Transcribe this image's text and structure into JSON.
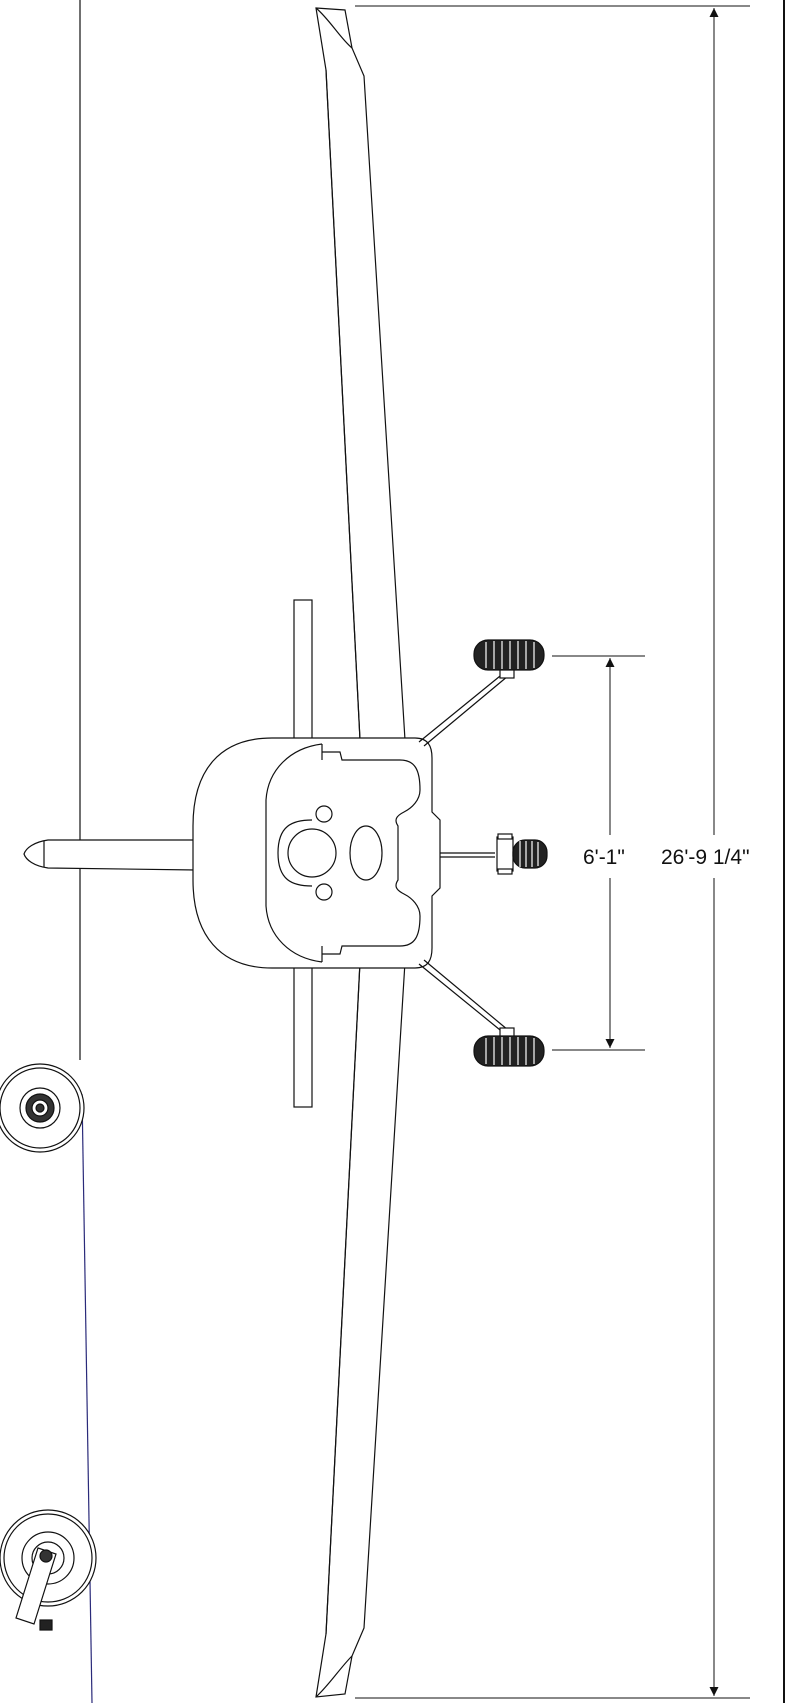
{
  "drawing": {
    "view": "front view",
    "dimensions": {
      "gear_track": "6'-1\"",
      "wingspan": "26'-9 1/4\""
    }
  },
  "colors": {
    "line": "#111111",
    "background": "#ffffff",
    "tie_line": "#2a2a7a"
  }
}
